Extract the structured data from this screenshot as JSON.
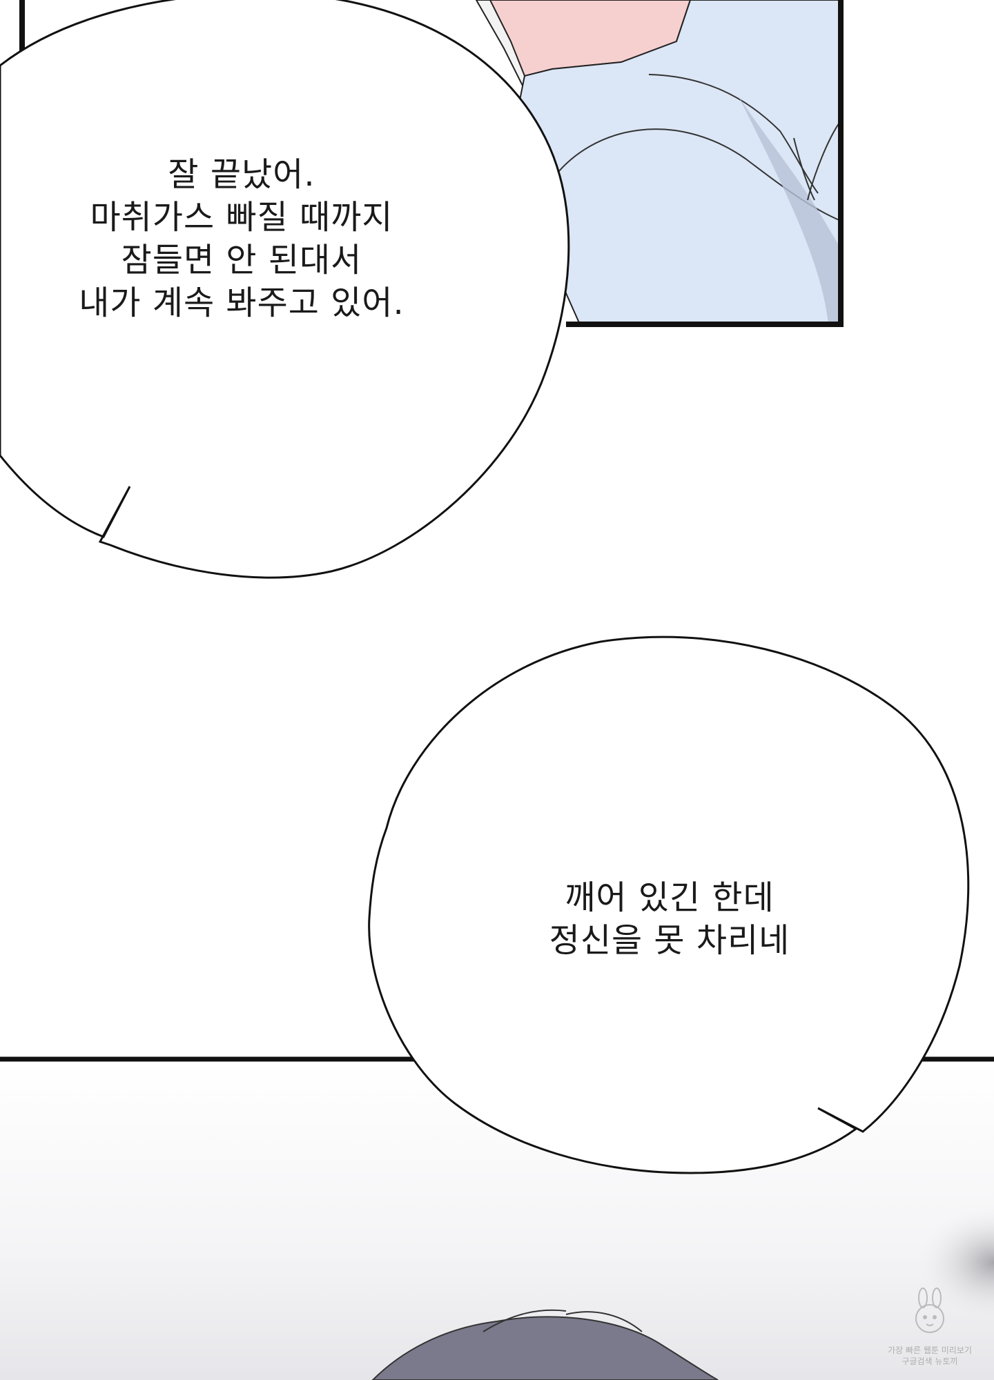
{
  "bubbles": [
    {
      "lines": [
        "잘 끝났어.",
        "마취가스 빠질 때까지",
        "잠들면 안 된대서",
        "내가 계속 봐주고 있어."
      ]
    },
    {
      "lines": [
        "깨어 있긴 한데",
        "정신을 못 차리네"
      ]
    }
  ],
  "watermark": {
    "line1": "가장 빠른 웹툰 미리보기",
    "line2": "구글검색 뉴토끼"
  },
  "colors": {
    "shirt": "#dbe6f6",
    "skin": "#f6cfcf",
    "border": "#111111",
    "hair": "#6e6e80"
  }
}
